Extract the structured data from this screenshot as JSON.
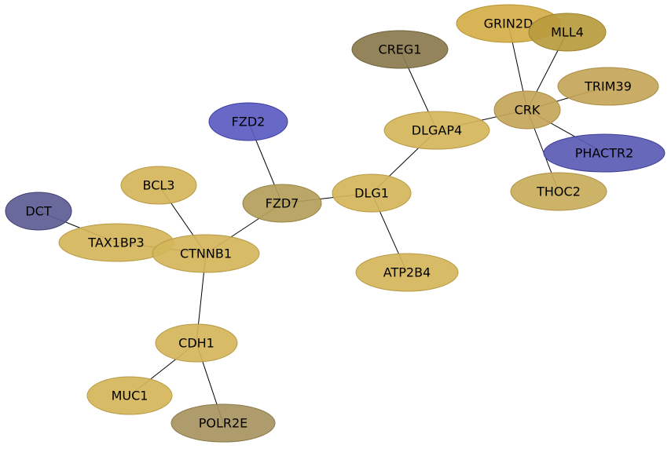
{
  "nodes": [
    {
      "id": "GRIN2D",
      "label": "GRIN2D",
      "color": "#d4ae47",
      "stroke": "#b89530"
    },
    {
      "id": "MLL4",
      "label": "MLL4",
      "color": "#b99b3e",
      "stroke": "#9c8230"
    },
    {
      "id": "CREG1",
      "label": "CREG1",
      "color": "#8a7a4e",
      "stroke": "#6e613c"
    },
    {
      "id": "TRIM39",
      "label": "TRIM39",
      "color": "#c4a65a",
      "stroke": "#a88c44"
    },
    {
      "id": "CRK",
      "label": "CRK",
      "color": "#c4a65a",
      "stroke": "#a88c44"
    },
    {
      "id": "DLGAP4",
      "label": "DLGAP4",
      "color": "#d4b55a",
      "stroke": "#b89a44"
    },
    {
      "id": "FZD2",
      "label": "FZD2",
      "color": "#5b5bc2",
      "stroke": "#3e3ea0"
    },
    {
      "id": "PHACTR2",
      "label": "PHACTR2",
      "color": "#5b5bb5",
      "stroke": "#3e3e95"
    },
    {
      "id": "BCL3",
      "label": "BCL3",
      "color": "#d4b55a",
      "stroke": "#b89a44"
    },
    {
      "id": "FZD7",
      "label": "FZD7",
      "color": "#b49e5a",
      "stroke": "#968244"
    },
    {
      "id": "DLG1",
      "label": "DLG1",
      "color": "#d4b55a",
      "stroke": "#b89a44"
    },
    {
      "id": "THOC2",
      "label": "THOC2",
      "color": "#c9ad5a",
      "stroke": "#ad9244"
    },
    {
      "id": "DCT",
      "label": "DCT",
      "color": "#5c5c94",
      "stroke": "#404075"
    },
    {
      "id": "TAX1BP3",
      "label": "TAX1BP3",
      "color": "#d4b55a",
      "stroke": "#b89a44"
    },
    {
      "id": "CTNNB1",
      "label": "CTNNB1",
      "color": "#d4b55a",
      "stroke": "#b89a44"
    },
    {
      "id": "ATP2B4",
      "label": "ATP2B4",
      "color": "#d4b55a",
      "stroke": "#b89a44"
    },
    {
      "id": "CDH1",
      "label": "CDH1",
      "color": "#d4b55a",
      "stroke": "#b89a44"
    },
    {
      "id": "MUC1",
      "label": "MUC1",
      "color": "#d4b55a",
      "stroke": "#b89a44"
    },
    {
      "id": "POLR2E",
      "label": "POLR2E",
      "color": "#a89460",
      "stroke": "#8a7848"
    }
  ],
  "edges": [
    [
      "GRIN2D",
      "CRK"
    ],
    [
      "MLL4",
      "CRK"
    ],
    [
      "TRIM39",
      "CRK"
    ],
    [
      "PHACTR2",
      "CRK"
    ],
    [
      "THOC2",
      "CRK"
    ],
    [
      "CRK",
      "DLGAP4"
    ],
    [
      "CREG1",
      "DLGAP4"
    ],
    [
      "DLGAP4",
      "DLG1"
    ],
    [
      "DLG1",
      "FZD7"
    ],
    [
      "DLG1",
      "ATP2B4"
    ],
    [
      "FZD2",
      "FZD7"
    ],
    [
      "FZD7",
      "CTNNB1"
    ],
    [
      "BCL3",
      "CTNNB1"
    ],
    [
      "TAX1BP3",
      "CTNNB1"
    ],
    [
      "DCT",
      "TAX1BP3"
    ],
    [
      "CTNNB1",
      "CDH1"
    ],
    [
      "CDH1",
      "MUC1"
    ],
    [
      "CDH1",
      "POLR2E"
    ]
  ]
}
